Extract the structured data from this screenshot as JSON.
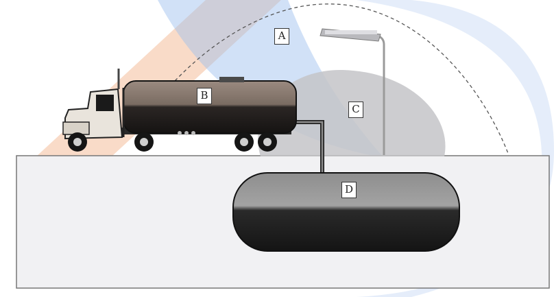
{
  "labels": {
    "a": "A",
    "b": "B",
    "c": "C",
    "d": "D"
  },
  "colors": {
    "ground_fill": "#f1f1f3",
    "ground_stroke": "#777777",
    "tank_light": "#9b9b9b",
    "tank_dark": "#1e1e1e",
    "zone_c_fill": "#c4c4c8",
    "pole": "#9a9a9a",
    "watermark_blue": "#4a8fe0",
    "watermark_orange": "#f2a272"
  },
  "icons": [
    "fuel-tanker-truck-icon",
    "street-lamp-icon",
    "underground-storage-tank-icon"
  ]
}
